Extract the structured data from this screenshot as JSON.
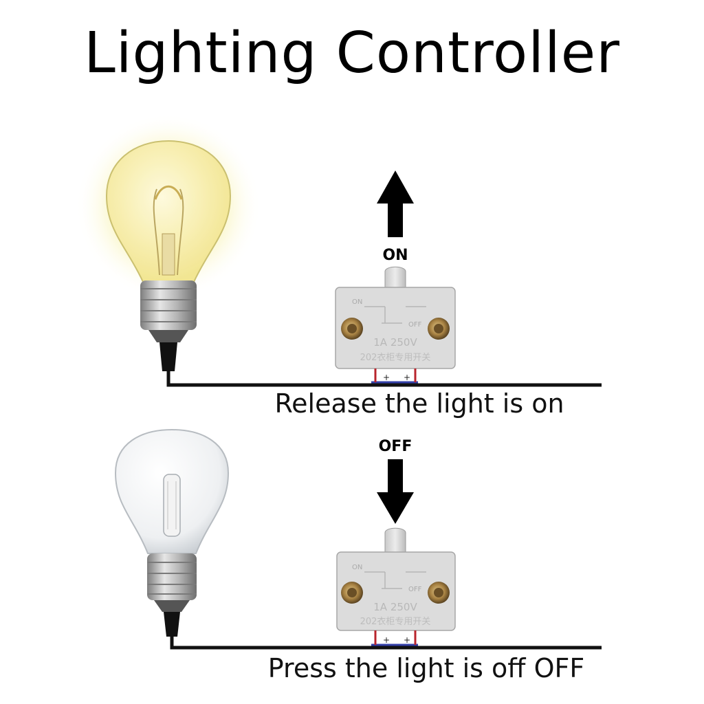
{
  "title": "Lighting Controller",
  "panels": [
    {
      "state_label": "ON",
      "caption": "Release the light is on",
      "arrow": "up-arrow-icon",
      "bulb": "lit",
      "switch_text": {
        "on": "ON",
        "off": "OFF",
        "rating": "1A 250V",
        "chinese": "202衣柜专用开关"
      },
      "terminals": [
        "+",
        "+"
      ]
    },
    {
      "state_label": "OFF",
      "caption": "Press the light is off OFF",
      "arrow": "down-arrow-icon",
      "bulb": "unlit",
      "switch_text": {
        "on": "ON",
        "off": "OFF",
        "rating": "1A 250V",
        "chinese": "202衣柜专用开关"
      },
      "terminals": [
        "+",
        "+"
      ]
    }
  ],
  "colors": {
    "glow": "#f5ec8a",
    "switch_body": "#dcdcdc",
    "wire": "#111111",
    "lead_red": "#b8242c",
    "lead_blue": "#3440a8"
  }
}
